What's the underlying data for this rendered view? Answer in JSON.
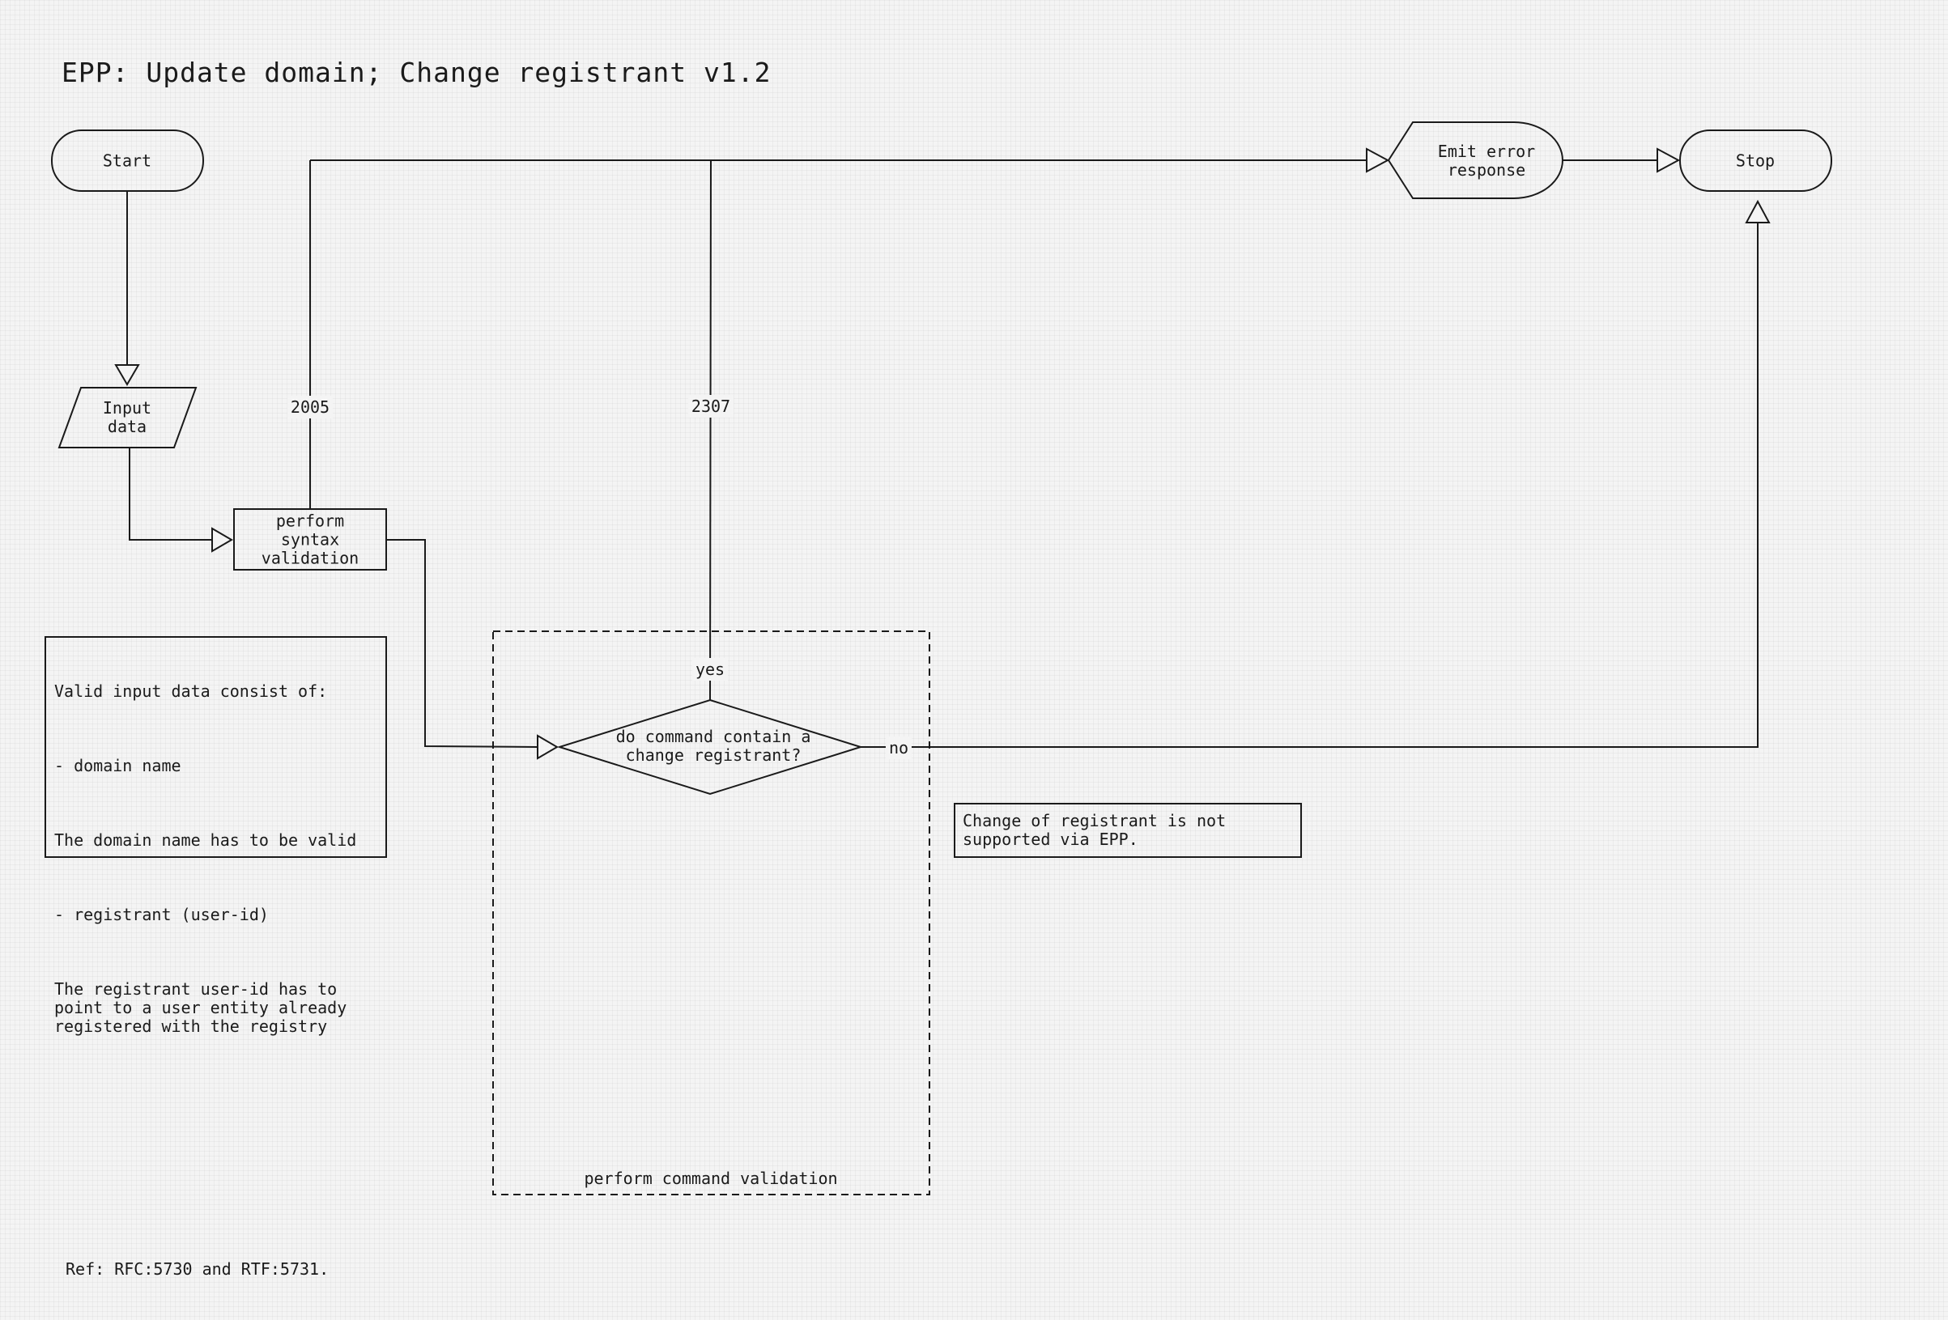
{
  "title": "EPP: Update domain; Change registrant v1.2",
  "nodes": {
    "start": "Start",
    "input": "Input\ndata",
    "syntax": "perform\nsyntax\nvalidation",
    "decision": "do command contain a\nchange registrant?",
    "emit_error": "Emit error\nresponse",
    "stop": "Stop"
  },
  "edge_labels": {
    "code_2005": "2005",
    "code_2307": "2307",
    "yes": "yes",
    "no": "no"
  },
  "group_label": "perform command validation",
  "notes": {
    "input_rules": [
      "Valid input data consist of:",
      "- domain name",
      "The domain name has to be valid",
      "- registrant (user-id)",
      "The registrant user-id has to\npoint to a user entity already\nregistered with the registry"
    ],
    "registrant_note": "Change of registrant is not\nsupported via EPP."
  },
  "footer": "Ref: RFC:5730 and RTF:5731."
}
